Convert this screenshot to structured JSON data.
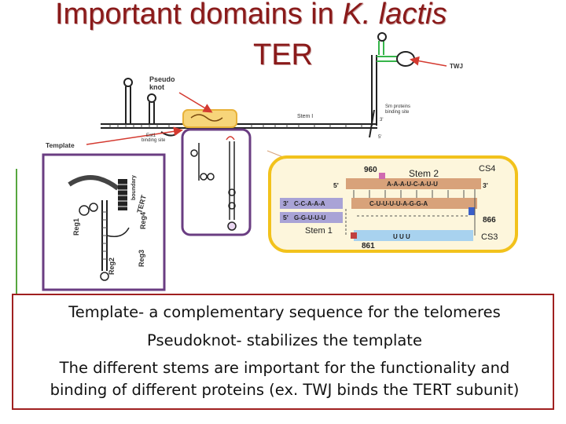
{
  "slide": {
    "title_main": "Important domains in ",
    "title_italic": "K. lactis",
    "title_line2": "TER"
  },
  "figure": {
    "labels": {
      "twj": "TWJ",
      "pseudoknot": "Pseudo\nknot",
      "pseudoknot_l1": "Pseudo",
      "pseudoknot_l2": "knot",
      "stem1": "Stem I",
      "sm_site_l1": "Sm proteins",
      "sm_site_l2": "binding site",
      "est1_l1": "Est1",
      "est1_l2": "binding site",
      "template": "Template",
      "three_prime": "3'",
      "five_prime": "5'",
      "boundary": "boundary",
      "tert": "TERT",
      "reg1": "Reg1",
      "reg2": "Reg2",
      "reg3": "Reg3",
      "reg4": "Reg4"
    },
    "inset": {
      "n960": "960",
      "stem2": "Stem 2",
      "cs4": "CS4",
      "cs3": "CS3",
      "stem1": "Stem 1",
      "n866": "866",
      "n861": "861",
      "seq_top": "A-A-A-U-C-A-U-U",
      "seq_mid_left": "C-C-A-A-A",
      "seq_mid_right": "C-U-U-U-U-A-G-G-A",
      "seq_low_left": "G-G-U-U-U",
      "seq_low_right": "U  U  U",
      "end_top_left": "5'",
      "end_top_right": "3'",
      "end_mid": "3'",
      "end_low": "5'"
    },
    "colors": {
      "pseudoknot_box": "#e8b23a",
      "panel_border": "#6a3d82",
      "inset_border": "#f2c21c",
      "inset_fill": "#fdf6dc",
      "stem2_band": "#d8a27a",
      "stem1_band": "#a9a3d6",
      "cs3_band": "#a8d2ef",
      "arrow": "#d43a30",
      "twj_green": "#36b54a"
    }
  },
  "caption": {
    "line1": "Template- a complementary sequence for the telomeres",
    "line2": "Pseudoknot- stabilizes the template",
    "line3": "The different stems are important for the functionality and",
    "line4": "binding of different proteins (ex. TWJ binds the TERT subunit)"
  }
}
